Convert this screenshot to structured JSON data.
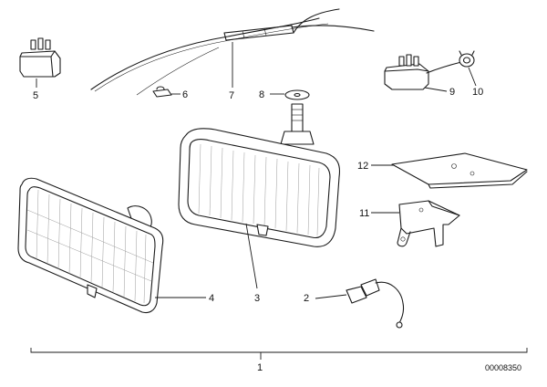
{
  "diagram": {
    "callouts": {
      "p1": "1",
      "p2": "2",
      "p3": "3",
      "p4": "4",
      "p5": "5",
      "p6": "6",
      "p7": "7",
      "p8": "8",
      "p9": "9",
      "p10": "10",
      "p11": "11",
      "p12": "12"
    },
    "catalog_number": "00008350"
  }
}
